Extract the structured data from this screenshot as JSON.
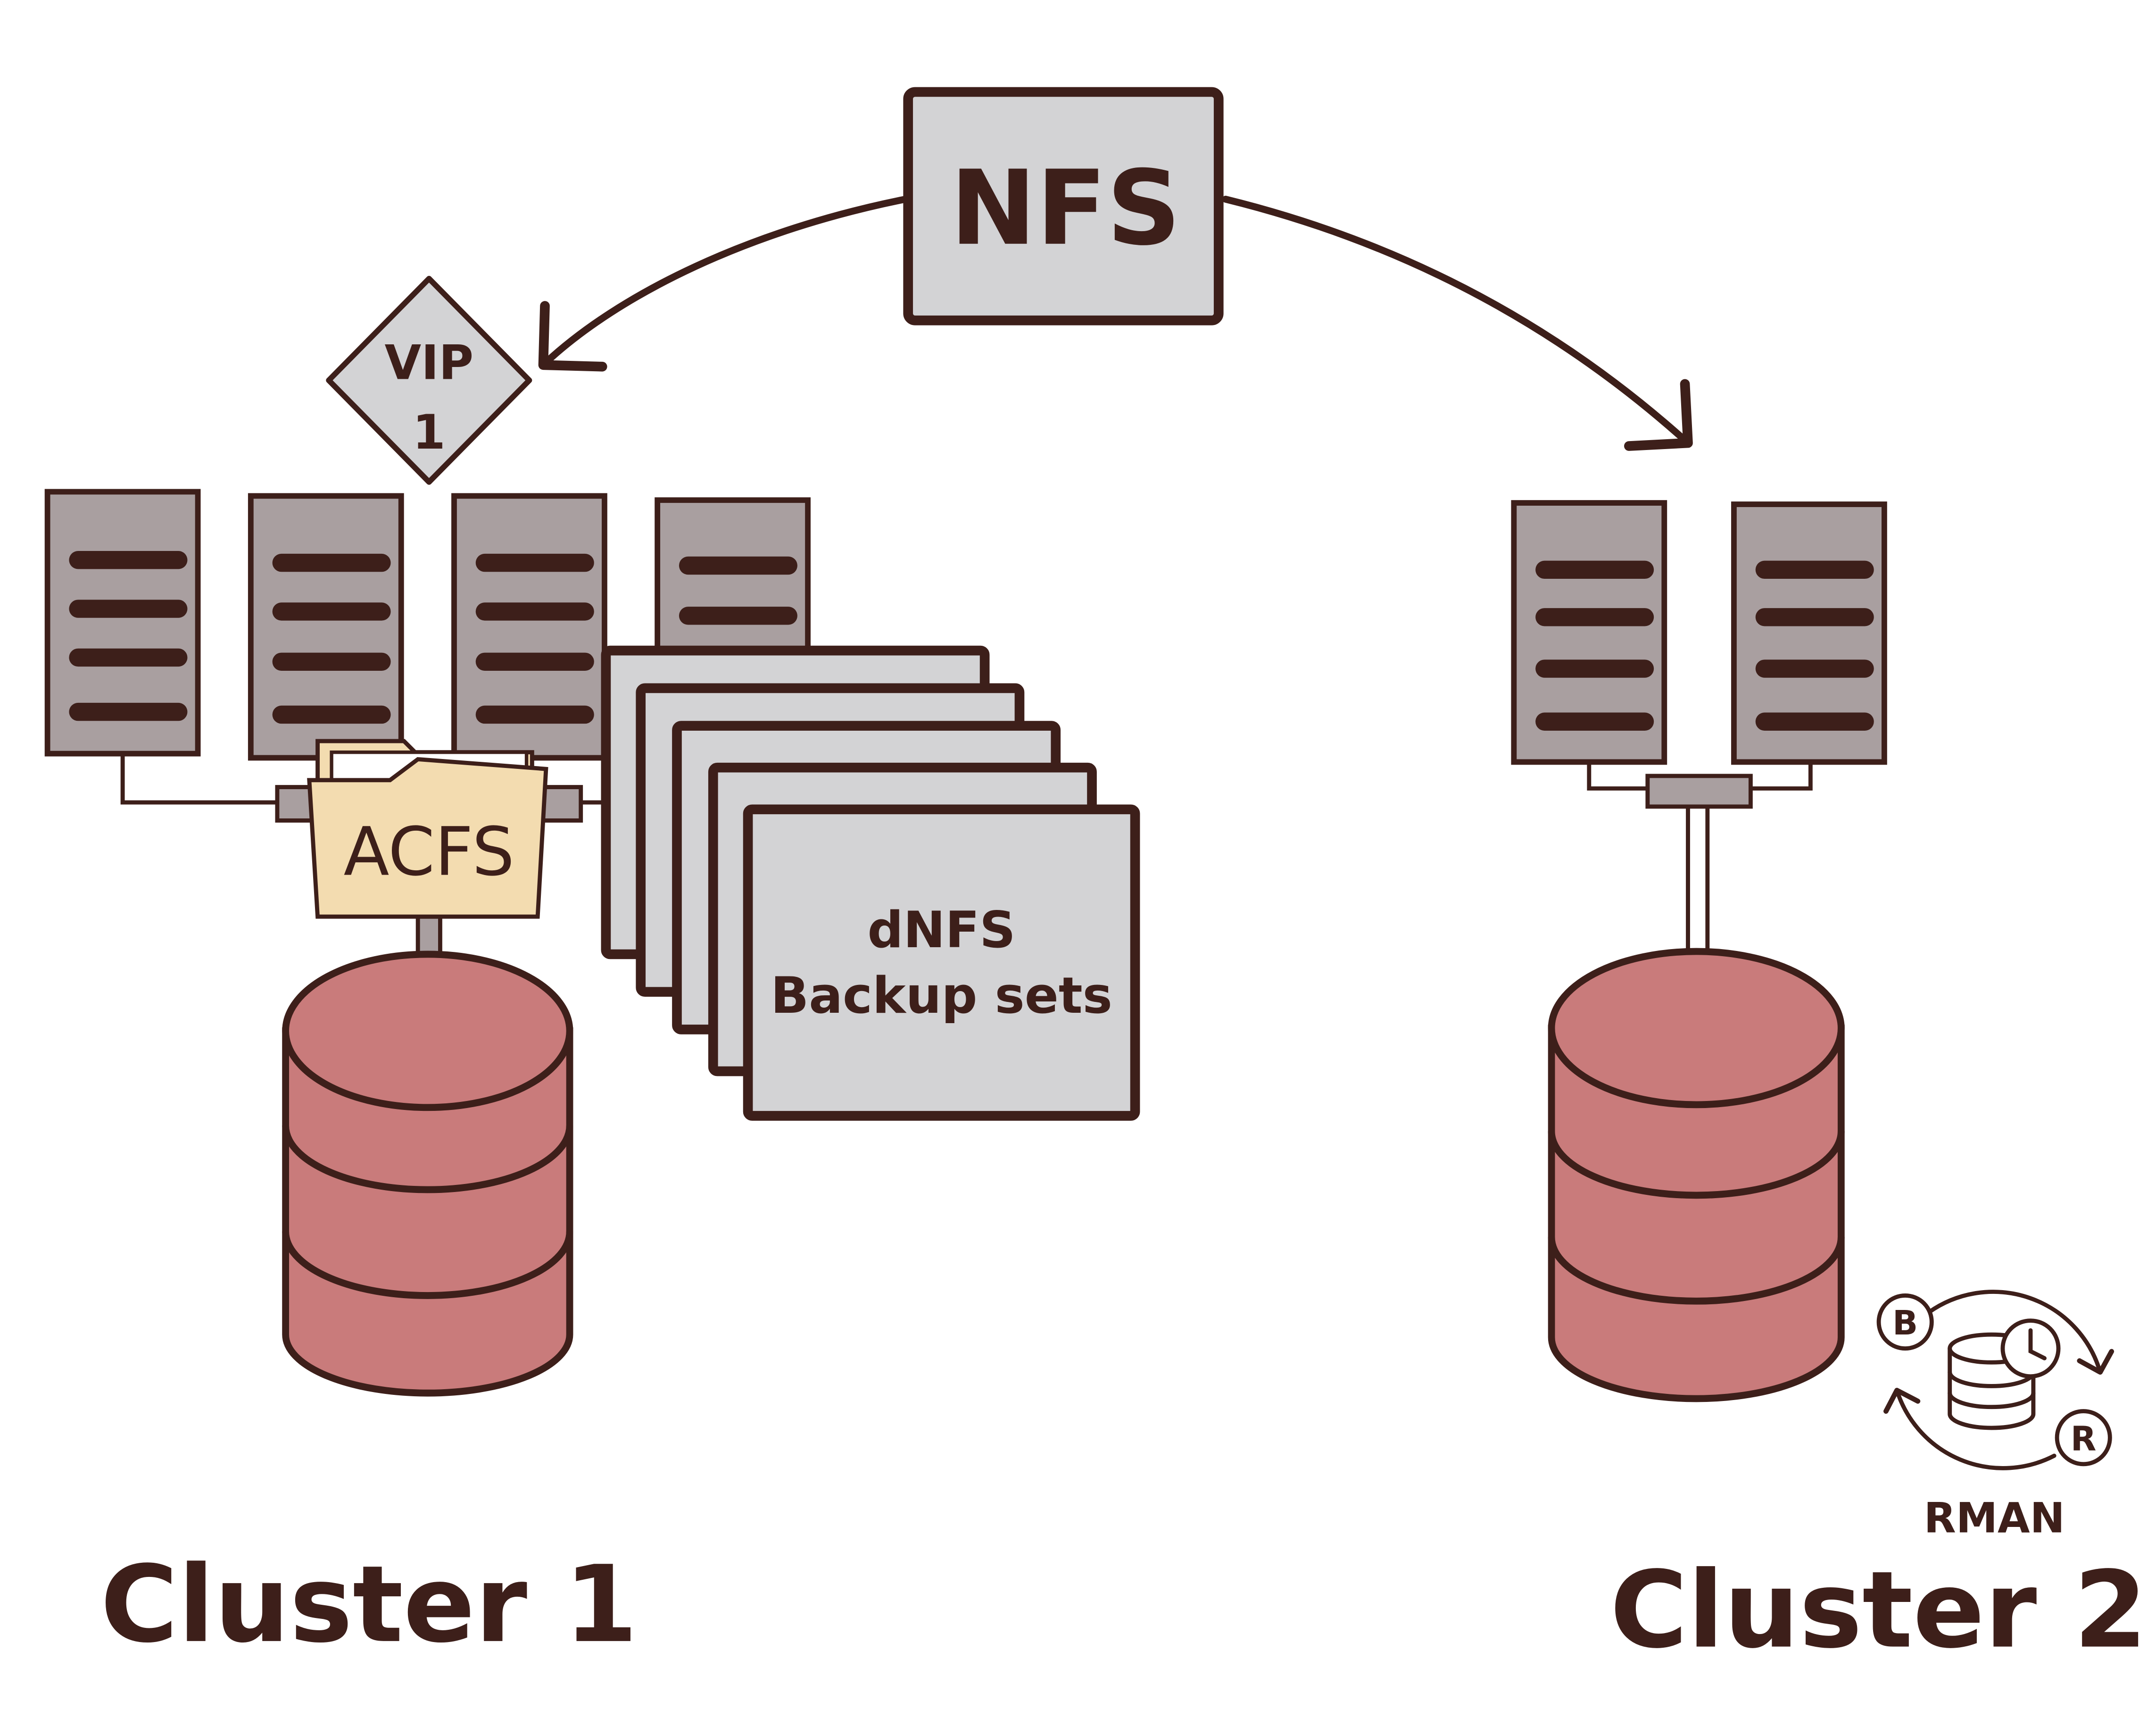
{
  "nfs": {
    "label": "NFS"
  },
  "vip": {
    "line1": "VIP",
    "line2": "1"
  },
  "acfs": {
    "label": "ACFS"
  },
  "dnfs": {
    "line1": "dNFS",
    "line2": "Backup sets"
  },
  "rman": {
    "label": "RMAN",
    "badge_b": "B",
    "badge_r": "R"
  },
  "cluster1": {
    "label": "Cluster 1"
  },
  "cluster2": {
    "label": "Cluster 2"
  },
  "colors": {
    "outline": "#3d1f1a",
    "server_fill": "#a99fa0",
    "box_fill": "#d3d3d5",
    "db_fill": "#c97b7b",
    "folder_fill": "#f3dcb0"
  }
}
